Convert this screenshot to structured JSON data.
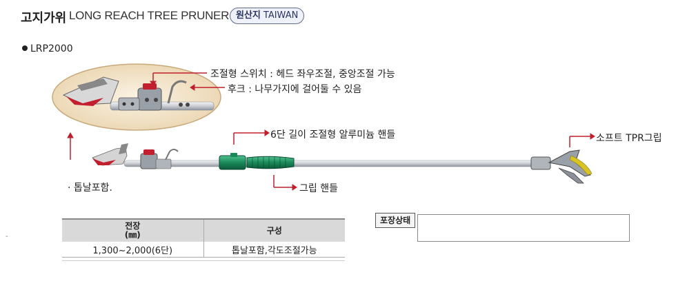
{
  "header": {
    "title_ko": "고지가위",
    "title_en": "LONG REACH TREE PRUNER",
    "origin_label": "원산지",
    "origin_value": "TAIWAN"
  },
  "model": "LRP2000",
  "annotations": {
    "switch": "조절형 스위치 : 헤드 좌우조절, 중앙조절 가능",
    "hook": "후크 : 나무가지에 걸어둘 수 있음",
    "handle": "6단 길이 조절형 알루미늄 핸들",
    "tpr": "소프트 TPR그립",
    "saw": "· 톱날포함.",
    "grip": "그립 핸들"
  },
  "spec_table": {
    "headers": [
      "전장\n(㎜)",
      "구성"
    ],
    "rows": [
      [
        "1,300~2,000(6단)",
        "톱날포함,각도조절가능"
      ]
    ]
  },
  "packaging_label": "포장상태",
  "colors": {
    "pole": "#c9ccd2",
    "grip_green": "#1a8a5a",
    "red_accent": "#c2202e",
    "arrow_red": "#c01e2b",
    "lens_bg": "#f3e6cf"
  }
}
